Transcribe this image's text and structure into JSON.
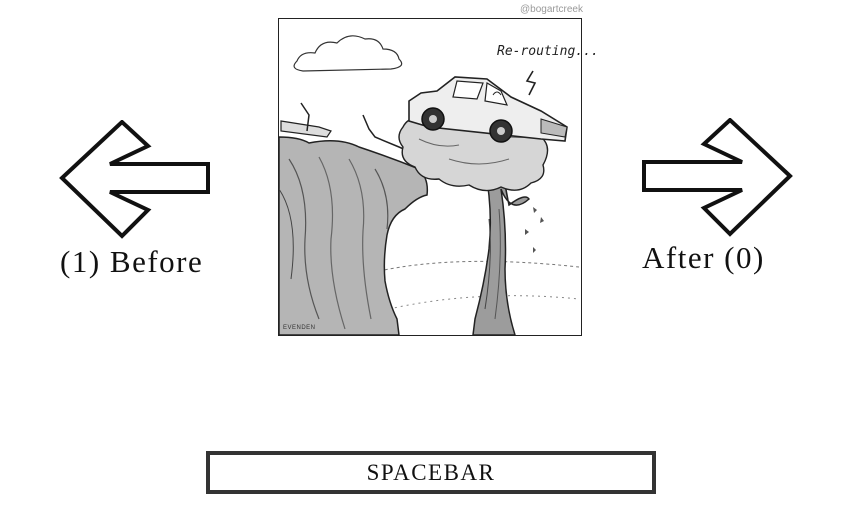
{
  "navigation": {
    "before_label": "(1) Before",
    "after_label": "After (0)",
    "spacebar_label": "SPACEBAR"
  },
  "cartoon": {
    "credit": "@bogartcreek",
    "speech_text": "Re-routing...",
    "signature": "EVENDEN"
  },
  "icons": {
    "left": "left-arrow-icon",
    "right": "right-arrow-icon"
  },
  "colors": {
    "text": "#111111",
    "border": "#333333",
    "background": "#ffffff",
    "credit": "#9a9a9a"
  }
}
